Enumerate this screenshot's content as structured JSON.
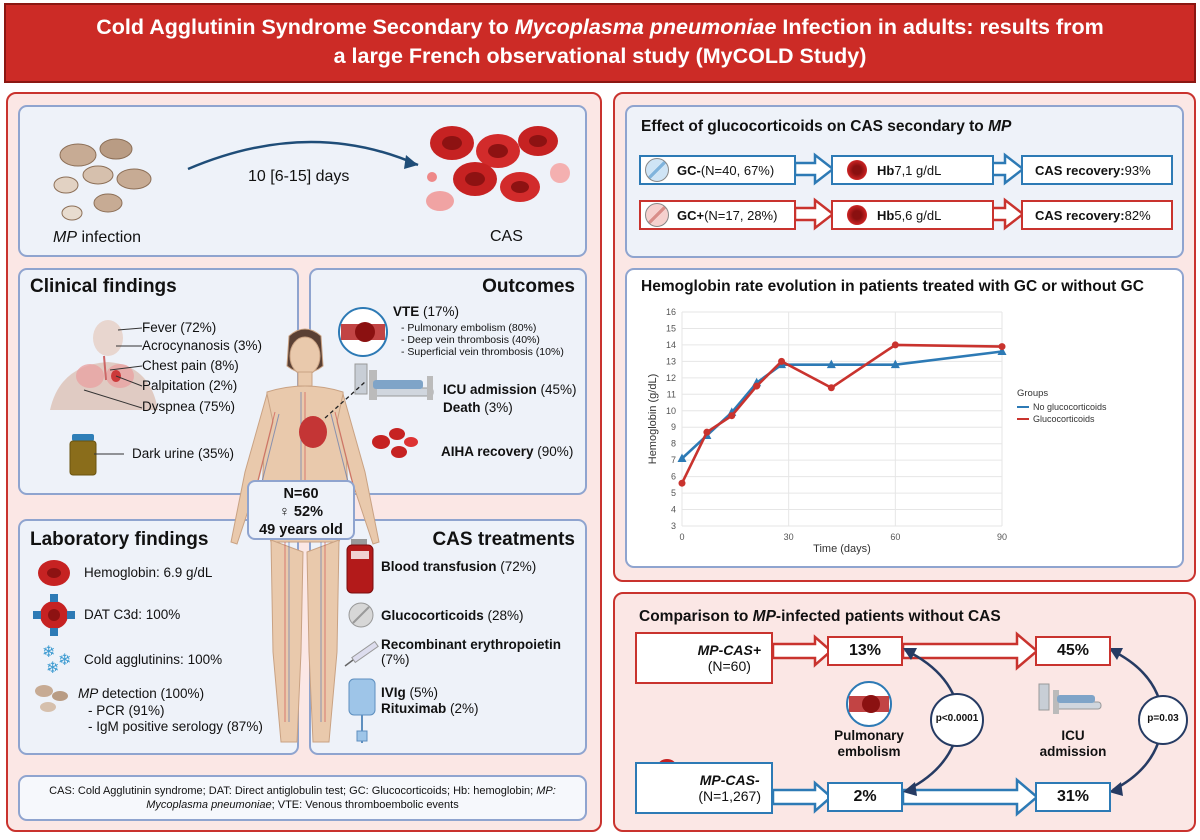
{
  "title": {
    "part1": "Cold Agglutinin Syndrome Secondary to ",
    "italic": "Mycoplasma pneumoniae",
    "part2": " Infection in adults: results from",
    "line2": "a large French observational study (MyCOLD Study)"
  },
  "timeline": {
    "mp_abbrev": "MP",
    "mp_rest": " infection",
    "delay": "10 [6-15] days",
    "cas": "CAS"
  },
  "clinical": {
    "heading": "Clinical findings",
    "items": [
      "Fever (72%)",
      "Acrocynanosis (3%)",
      "Chest pain (8%)",
      "Palpitation (2%)",
      "Dyspnea (75%)"
    ],
    "dark_urine": "Dark urine (35%)"
  },
  "outcomes": {
    "heading": "Outcomes",
    "vte_label": "VTE",
    "vte_pct": " (17%)",
    "vte_items": [
      "- Pulmonary embolism (80%)",
      "- Deep vein thrombosis (40%)",
      "- Superficial vein thrombosis (10%)"
    ],
    "icu_label": "ICU admission",
    "icu_pct": " (45%)",
    "death_label": "Death",
    "death_pct": " (3%)",
    "aiha_label": "AIHA recovery",
    "aiha_pct": " (90%)"
  },
  "patient_box": {
    "n": "N=60",
    "female": "♀ 52%",
    "age": "49 years old"
  },
  "lab": {
    "heading": "Laboratory findings",
    "hemoglobin": "Hemoglobin: 6.9 g/dL",
    "dat": "DAT C3d: 100%",
    "cold_agglutinins": "Cold agglutinins: 100%",
    "mp_abbrev": "MP",
    "mp_detection": " detection (100%)",
    "pcr": "- PCR (91%)",
    "serology": "- IgM positive serology (87%)"
  },
  "treatments": {
    "heading": "CAS treatments",
    "transfusion_label": "Blood transfusion",
    "transfusion_pct": " (72%)",
    "gc_label": "Glucocorticoids",
    "gc_pct": " (28%)",
    "epo_label": "Recombinant erythropoietin",
    "epo_pct": " (7%)",
    "ivig_label": "IVIg",
    "ivig_pct": " (5%)",
    "rtx_label": "Rituximab",
    "rtx_pct": " (2%)"
  },
  "footnote": {
    "line1": "CAS: Cold Agglutinin syndrome; DAT: Direct antiglobulin test; GC: Glucocorticoids; Hb: hemoglobin; ",
    "mp_abbrev": "MP:",
    "mp_full": "Mycoplasma pneumoniae",
    "line2_rest": "; VTE: Venous thromboembolic events"
  },
  "gc_effect": {
    "heading": "Effect of glucocorticoids on CAS secondary to ",
    "heading_italic": "MP",
    "gc_minus_label": "GC-",
    "gc_minus_n": " (N=40, 67%)",
    "gc_plus_label": "GC+",
    "gc_plus_n": " (N=17, 28%)",
    "hb_label": "Hb",
    "hb_minus": " 7,1 g/dL",
    "hb_plus": " 5,6 g/dL",
    "recovery_label": "CAS recovery:",
    "recovery_minus": " 93%",
    "recovery_plus": " 82%"
  },
  "chart_title": "Hemoglobin rate evolution in patients treated with GC or without GC",
  "chart_data": {
    "type": "line",
    "title": "",
    "xlabel": "Time (days)",
    "ylabel": "Hemoglobin (g/dL)",
    "xlim": [
      0,
      90
    ],
    "ylim": [
      3,
      16
    ],
    "xticks": [
      0,
      30,
      60,
      90
    ],
    "yticks": [
      3,
      4,
      5,
      6,
      7,
      8,
      9,
      10,
      11,
      12,
      13,
      14,
      15,
      16
    ],
    "legend_title": "Groups",
    "legend_position": "right",
    "series": [
      {
        "name": "No glucocorticoids",
        "color": "#2d7ab5",
        "x": [
          0,
          7,
          14,
          21,
          28,
          42,
          60,
          90
        ],
        "y": [
          7.1,
          8.5,
          9.9,
          11.7,
          12.8,
          12.8,
          12.8,
          13.6
        ]
      },
      {
        "name": "Glucocorticoids",
        "color": "#c9332e",
        "x": [
          0,
          7,
          14,
          21,
          28,
          42,
          60,
          90
        ],
        "y": [
          5.6,
          8.7,
          9.7,
          11.5,
          13.0,
          11.4,
          14.0,
          13.9
        ]
      }
    ]
  },
  "comparison": {
    "heading_pre": "Comparison to ",
    "heading_italic": "MP",
    "heading_post": "-infected patients without CAS",
    "cas_plus_label": "MP-CAS+",
    "cas_plus_n": "(N=60)",
    "cas_minus_label": "MP-CAS-",
    "cas_minus_n": "(N=1,267)",
    "pe_plus": "13%",
    "pe_minus": "2%",
    "icu_plus": "45%",
    "icu_minus": "31%",
    "pe_label_1": "Pulmonary",
    "pe_label_2": "embolism",
    "icu_label_1": "ICU",
    "icu_label_2": "admission",
    "p_pe": "p<0.0001",
    "p_icu": "p=0.03"
  },
  "colors": {
    "red": "#c9332e",
    "blue": "#2d7ab5",
    "panel_blue": "#8fa4cf"
  }
}
